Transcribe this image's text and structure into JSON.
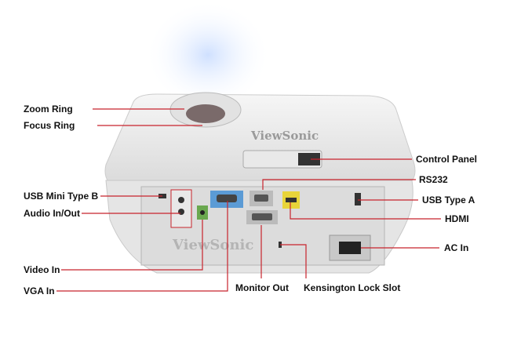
{
  "brand": "ViewSonic",
  "labels": {
    "zoom_ring": "Zoom Ring",
    "focus_ring": "Focus Ring",
    "control_panel": "Control Panel",
    "rs232": "RS232",
    "usb_mini_b": "USB Mini Type B",
    "usb_type_a": "USB Type A",
    "audio": "Audio In/Out",
    "hdmi": "HDMI",
    "ac_in": "AC In",
    "video_in": "Video In",
    "monitor_out": "Monitor Out",
    "kensington": "Kensington Lock Slot",
    "vga_in": "VGA In"
  },
  "colors": {
    "leader": "#c8232c"
  }
}
